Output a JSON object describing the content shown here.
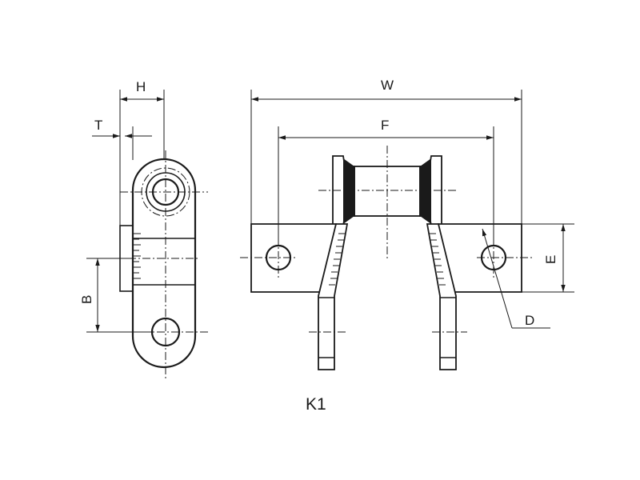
{
  "figure": {
    "caption": "K1",
    "dimensions": {
      "h": "H",
      "t": "T",
      "b": "B",
      "w": "W",
      "f": "F",
      "e": "E",
      "d": "D"
    }
  }
}
